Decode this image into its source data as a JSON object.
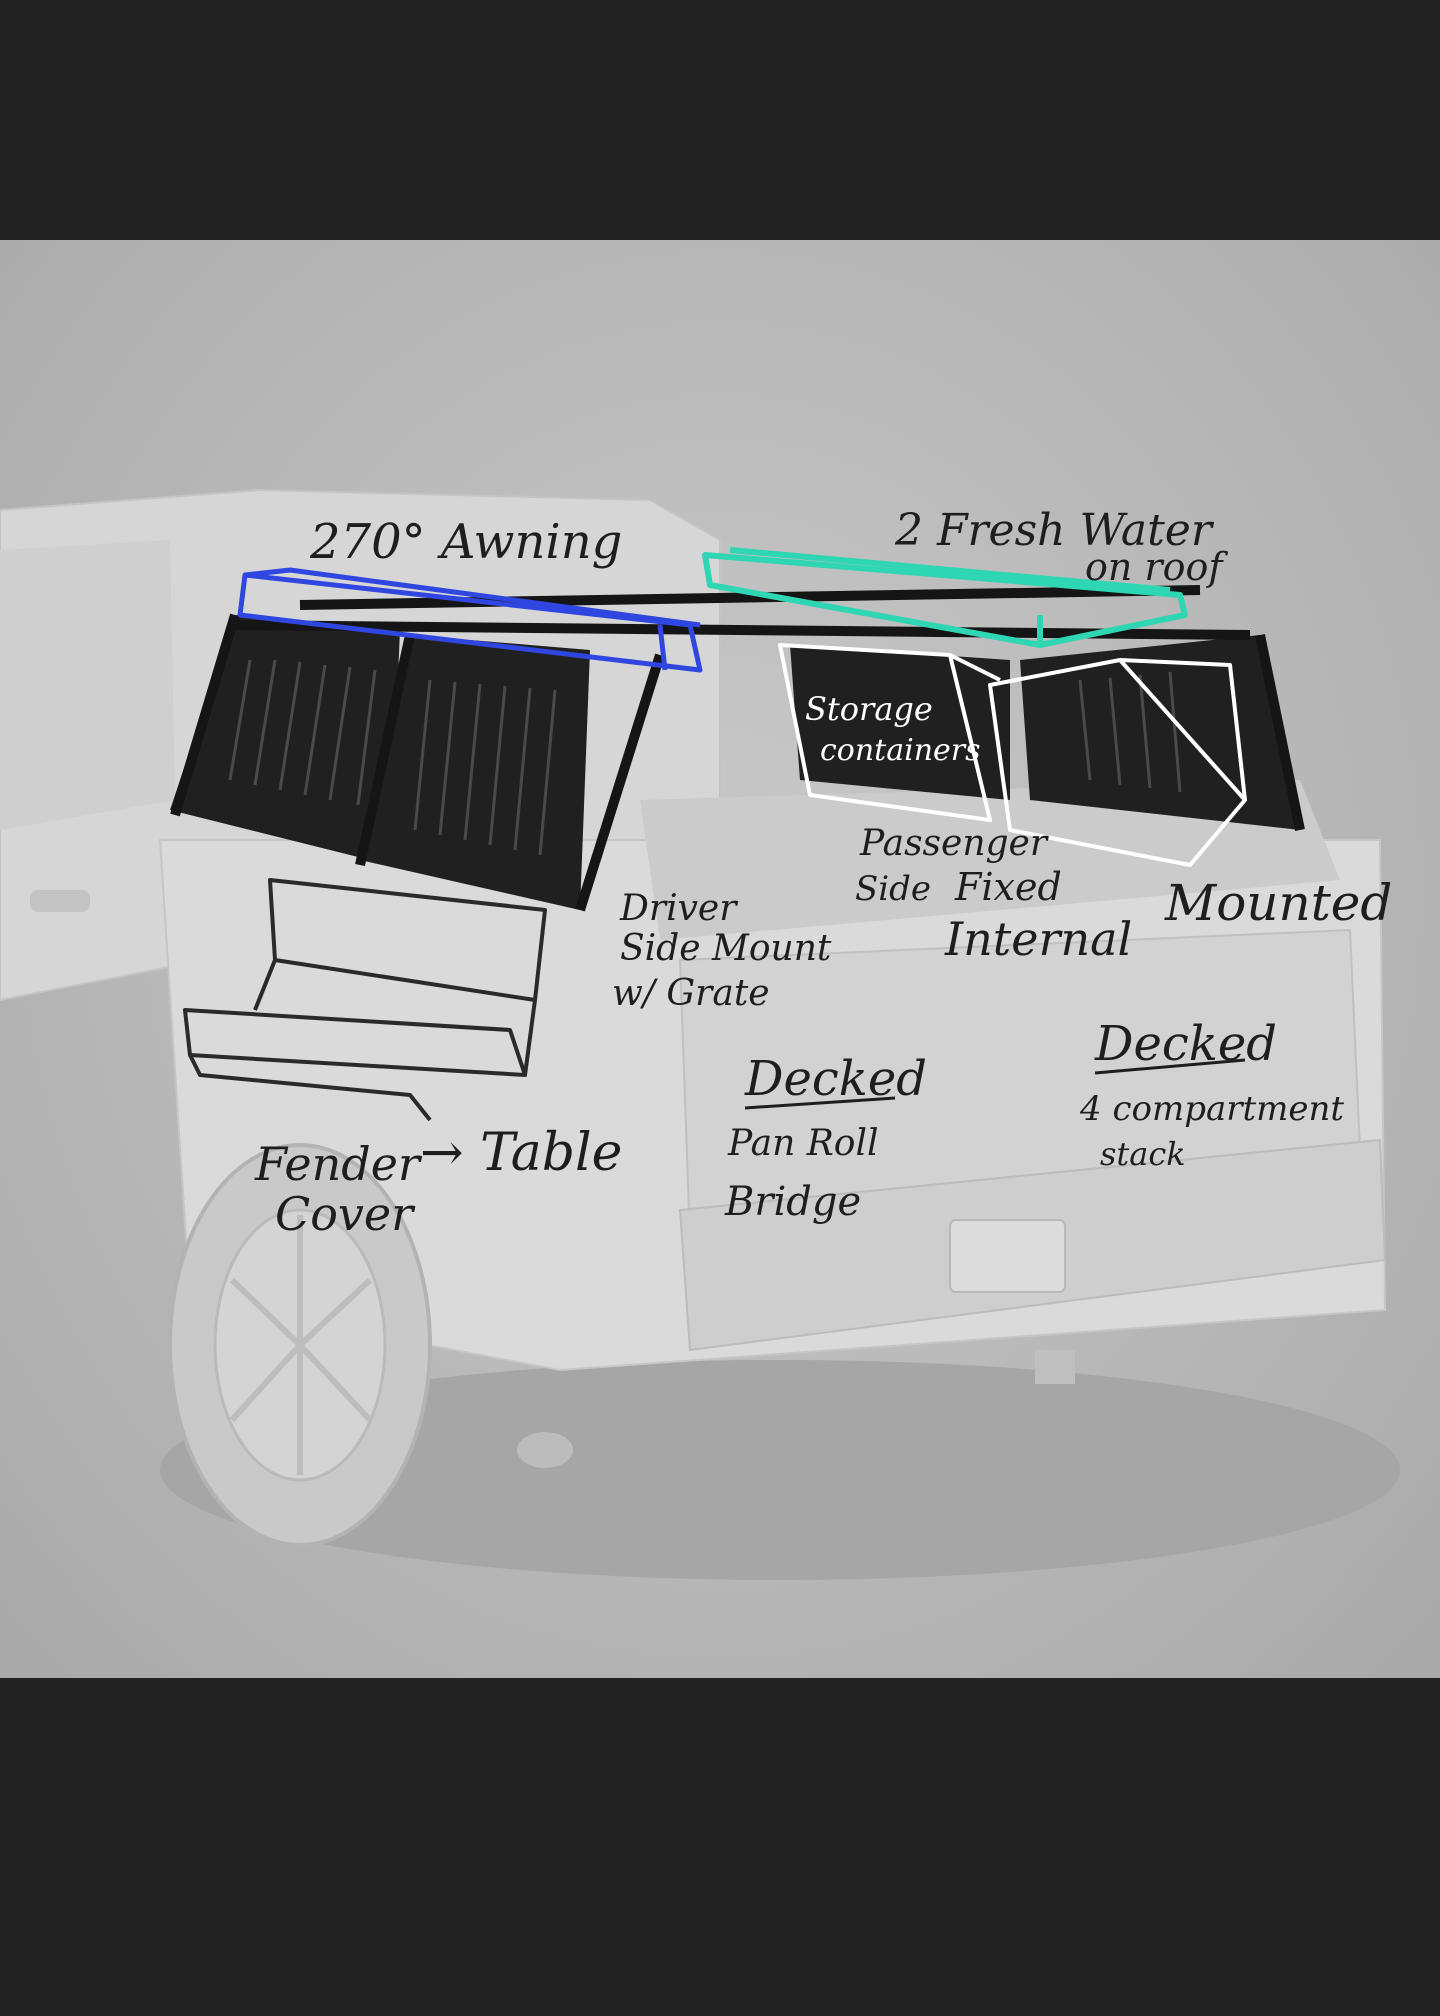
{
  "annotations": {
    "awning": "270° Awning",
    "water_line1": "2 Fresh Water",
    "water_line2": "on roof",
    "storage_line1": "Storage",
    "storage_line2": "containers",
    "driver_line1": "Driver",
    "driver_line2": "Side Mount",
    "driver_line3": "w/ Grate",
    "passenger_line1": "Passenger",
    "passenger_line2": "Side",
    "fixed_line1": "Fixed",
    "fixed_line2": "Internal",
    "mounted": "Mounted",
    "fender_line1": "Fender",
    "fender_line2": "Cover",
    "table": "→ Table",
    "decked_left_title": "Decked",
    "decked_left_line1": "Pan Roll",
    "decked_left_line2": "Bridge",
    "decked_right_title": "Decked",
    "decked_right_line1": "4 compartment",
    "decked_right_line2": "stack"
  },
  "colors": {
    "letterbox": "#222222",
    "background": "#bdbdbd",
    "truck": "#d9d9d9",
    "rack": "#1a1a1a",
    "awning_sketch": "#2f47e0",
    "water_sketch": "#2fd6b4",
    "storage_sketch": "#ffffff",
    "ink": "#1e1e1e"
  }
}
